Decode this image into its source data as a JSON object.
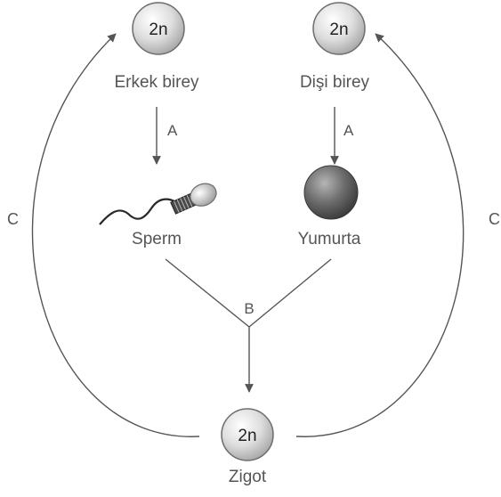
{
  "nodes": {
    "male": {
      "ploidy": "2n",
      "label": "Erkek birey"
    },
    "female": {
      "ploidy": "2n",
      "label": "Dişi birey"
    },
    "sperm": {
      "label": "Sperm"
    },
    "egg": {
      "label": "Yumurta"
    },
    "zygote": {
      "ploidy": "2n",
      "label": "Zigot"
    }
  },
  "edges": {
    "meiosis_left": "A",
    "meiosis_right": "A",
    "fertilization": "B",
    "growth_left": "C",
    "growth_right": "C"
  }
}
